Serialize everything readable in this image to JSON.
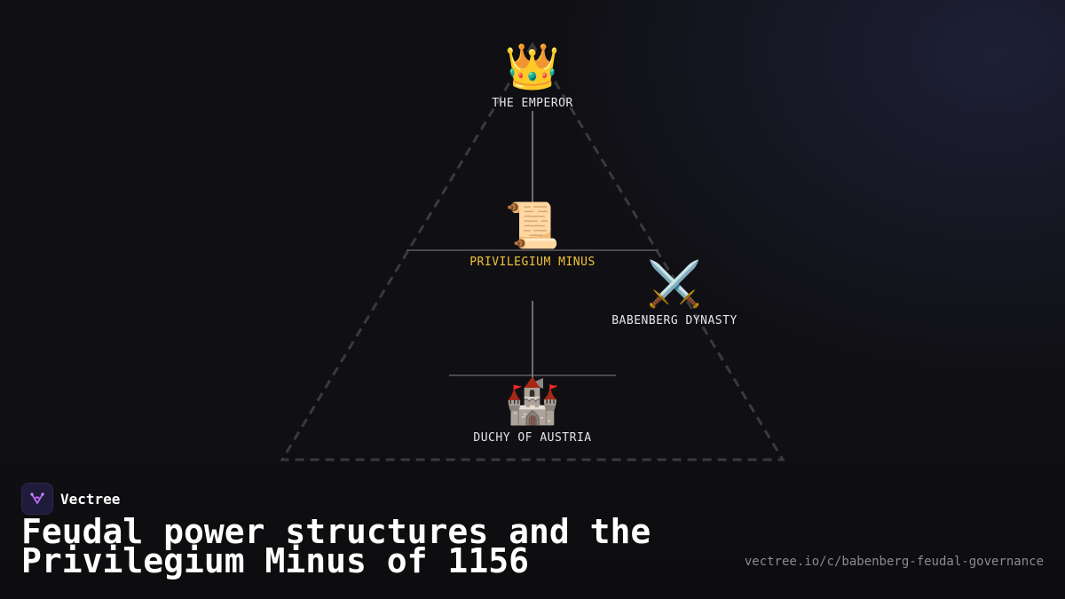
{
  "diagram": {
    "nodes": [
      {
        "id": "emperor",
        "icon": "crown-icon",
        "glyph": "👑",
        "label": "THE EMPEROR"
      },
      {
        "id": "privilegium",
        "icon": "scroll-icon",
        "glyph": "📜",
        "label": "PRIVILEGIUM MINUS",
        "label_color": "#f2c23a"
      },
      {
        "id": "babenberg",
        "icon": "crossed-swords-icon",
        "glyph": "⚔️",
        "label": "BABENBERG DYNASTY"
      },
      {
        "id": "duchy",
        "icon": "castle-icon",
        "glyph": "🏰",
        "label": "DUCHY OF AUSTRIA"
      }
    ],
    "edges": [
      {
        "from": "emperor",
        "to": "privilegium"
      },
      {
        "from": "privilegium",
        "to": "duchy"
      }
    ]
  },
  "brand": {
    "name": "Vectree",
    "logo_icon": "vectree-logo-icon",
    "logo_color": "#b86cf0"
  },
  "title": "Feudal power structures and the\nPrivilegium Minus of 1156",
  "url": "vectree.io/c/babenberg-feudal-governance"
}
